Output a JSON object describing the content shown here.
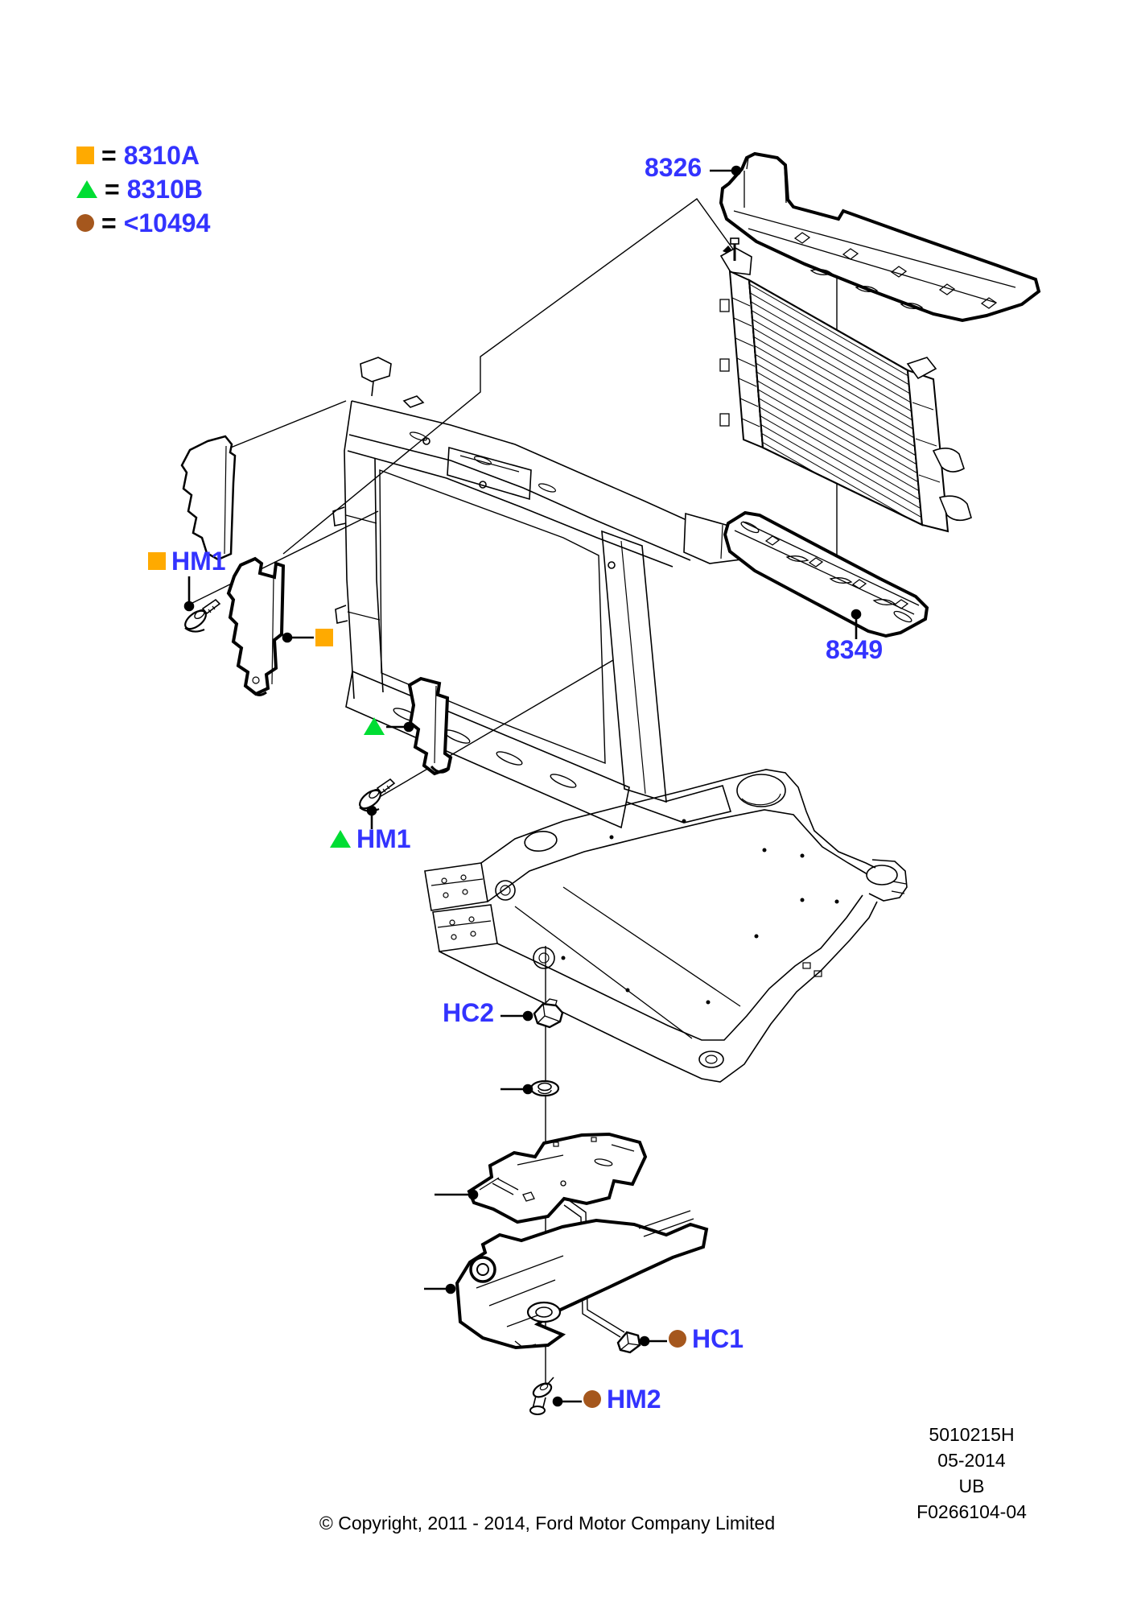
{
  "colors": {
    "label-blue": "#3333FF",
    "marker-orange": "#FFAA00",
    "marker-green": "#00DD33",
    "marker-brown": "#A5571D"
  },
  "legend": {
    "items": [
      {
        "marker": "orange-square",
        "eq": "=",
        "label": "8310A"
      },
      {
        "marker": "green-triangle",
        "eq": "=",
        "label": "8310B"
      },
      {
        "marker": "brown-circle",
        "eq": "=",
        "label": "<10494"
      }
    ]
  },
  "callouts": {
    "deflector_upper": "8326",
    "deflector_lower": "8349",
    "hm1_front": "HM1",
    "hm1_rear": "HM1",
    "hc2": "HC2",
    "hc1": "HC1",
    "hm2": "HM2"
  },
  "footer": {
    "doc": [
      "5010215H",
      "05-2014",
      "UB",
      "F0266104-04"
    ],
    "copyright": "© Copyright, 2011 - 2014, Ford Motor Company Limited"
  }
}
